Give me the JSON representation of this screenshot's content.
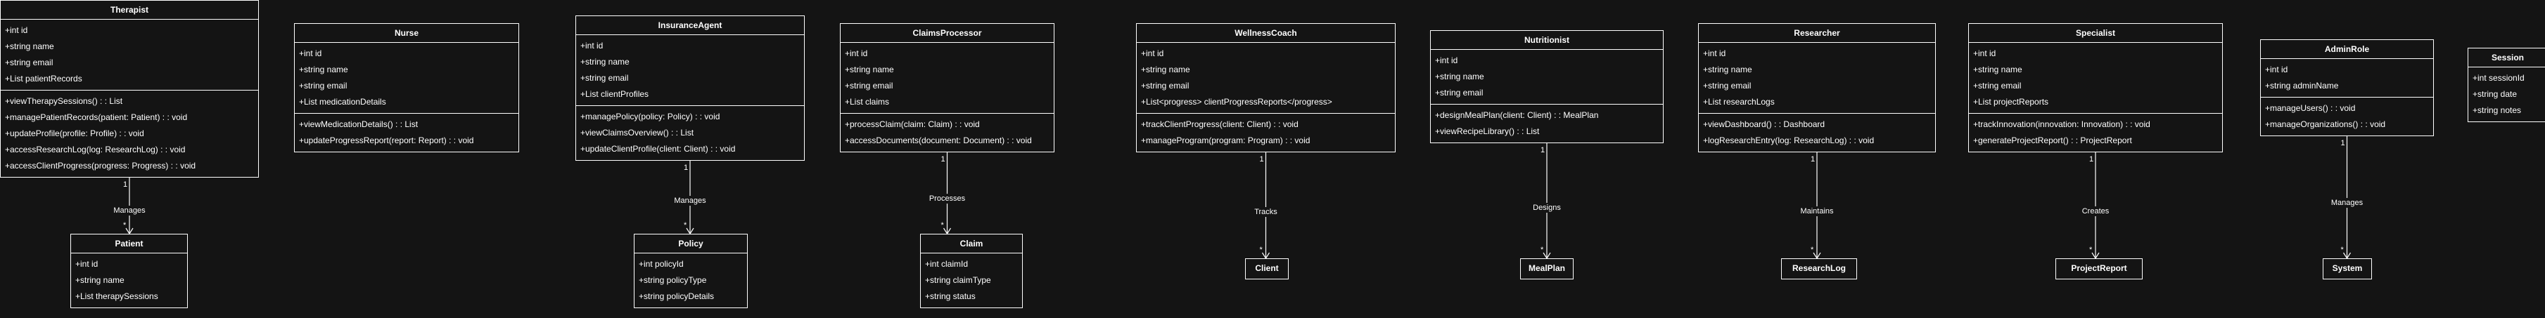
{
  "classes": [
    {
      "id": "Therapist",
      "name": "Therapist",
      "attrs": [
        "+int id",
        "+string name",
        "+string email",
        "+List patientRecords"
      ],
      "methods": [
        "+viewTherapySessions() : : List",
        "+managePatientRecords(patient: Patient) : : void",
        "+updateProfile(profile: Profile) : : void",
        "+accessResearchLog(log: ResearchLog) : : void",
        "+accessClientProgress(progress: Progress) : : void"
      ]
    },
    {
      "id": "Nurse",
      "name": "Nurse",
      "attrs": [
        "+int id",
        "+string name",
        "+string email",
        "+List medicationDetails"
      ],
      "methods": [
        "+viewMedicationDetails() : : List",
        "+updateProgressReport(report: Report) : : void"
      ]
    },
    {
      "id": "InsuranceAgent",
      "name": "InsuranceAgent",
      "attrs": [
        "+int id",
        "+string name",
        "+string email",
        "+List clientProfiles"
      ],
      "methods": [
        "+managePolicy(policy: Policy) : : void",
        "+viewClaimsOverview() : : List",
        "+updateClientProfile(client: Client) : : void"
      ]
    },
    {
      "id": "ClaimsProcessor",
      "name": "ClaimsProcessor",
      "attrs": [
        "+int id",
        "+string name",
        "+string email",
        "+List claims"
      ],
      "methods": [
        "+processClaim(claim: Claim) : : void",
        "+accessDocuments(document: Document) : : void"
      ]
    },
    {
      "id": "WellnessCoach",
      "name": "WellnessCoach",
      "attrs": [
        "+int id",
        "+string name",
        "+string email",
        "+List<progress> clientProgressReports</progress>"
      ],
      "methods": [
        "+trackClientProgress(client: Client) : : void",
        "+manageProgram(program: Program) : : void"
      ]
    },
    {
      "id": "Nutritionist",
      "name": "Nutritionist",
      "attrs": [
        "+int id",
        "+string name",
        "+string email"
      ],
      "methods": [
        "+designMealPlan(client: Client) : : MealPlan",
        "+viewRecipeLibrary() : : List"
      ]
    },
    {
      "id": "Researcher",
      "name": "Researcher",
      "attrs": [
        "+int id",
        "+string name",
        "+string email",
        "+List researchLogs"
      ],
      "methods": [
        "+viewDashboard() : : Dashboard",
        "+logResearchEntry(log: ResearchLog) : : void"
      ]
    },
    {
      "id": "Specialist",
      "name": "Specialist",
      "attrs": [
        "+int id",
        "+string name",
        "+string email",
        "+List projectReports"
      ],
      "methods": [
        "+trackInnovation(innovation: Innovation) : : void",
        "+generateProjectReport() : : ProjectReport"
      ]
    },
    {
      "id": "AdminRole",
      "name": "AdminRole",
      "attrs": [
        "+int id",
        "+string adminName"
      ],
      "methods": [
        "+manageUsers() : : void",
        "+manageOrganizations() : : void"
      ]
    },
    {
      "id": "Session",
      "name": "Session",
      "attrs": [
        "+int sessionId",
        "+string date",
        "+string notes"
      ],
      "methods": []
    },
    {
      "id": "Patient",
      "name": "Patient",
      "attrs": [
        "+int id",
        "+string name",
        "+List therapySessions"
      ],
      "methods": []
    },
    {
      "id": "Policy",
      "name": "Policy",
      "attrs": [
        "+int policyId",
        "+string policyType",
        "+string policyDetails"
      ],
      "methods": []
    },
    {
      "id": "Claim",
      "name": "Claim",
      "attrs": [
        "+int claimId",
        "+string claimType",
        "+string status"
      ],
      "methods": []
    },
    {
      "id": "Client",
      "name": "Client",
      "attrs": [],
      "methods": []
    },
    {
      "id": "MealPlan",
      "name": "MealPlan",
      "attrs": [],
      "methods": []
    },
    {
      "id": "ResearchLog",
      "name": "ResearchLog",
      "attrs": [],
      "methods": []
    },
    {
      "id": "ProjectReport",
      "name": "ProjectReport",
      "attrs": [],
      "methods": []
    },
    {
      "id": "System",
      "name": "System",
      "attrs": [],
      "methods": []
    }
  ],
  "relations": [
    {
      "from": "Therapist",
      "to": "Patient",
      "label": "Manages",
      "from_mult": "1",
      "to_mult": "*"
    },
    {
      "from": "InsuranceAgent",
      "to": "Policy",
      "label": "Manages",
      "from_mult": "1",
      "to_mult": "*"
    },
    {
      "from": "ClaimsProcessor",
      "to": "Claim",
      "label": "Processes",
      "from_mult": "1",
      "to_mult": "*"
    },
    {
      "from": "WellnessCoach",
      "to": "Client",
      "label": "Tracks",
      "from_mult": "1",
      "to_mult": "*"
    },
    {
      "from": "Nutritionist",
      "to": "MealPlan",
      "label": "Designs",
      "from_mult": "1",
      "to_mult": "*"
    },
    {
      "from": "Researcher",
      "to": "ResearchLog",
      "label": "Maintains",
      "from_mult": "1",
      "to_mult": "*"
    },
    {
      "from": "Specialist",
      "to": "ProjectReport",
      "label": "Creates",
      "from_mult": "1",
      "to_mult": "*"
    },
    {
      "from": "AdminRole",
      "to": "System",
      "label": "Manages",
      "from_mult": "1",
      "to_mult": "*"
    }
  ]
}
